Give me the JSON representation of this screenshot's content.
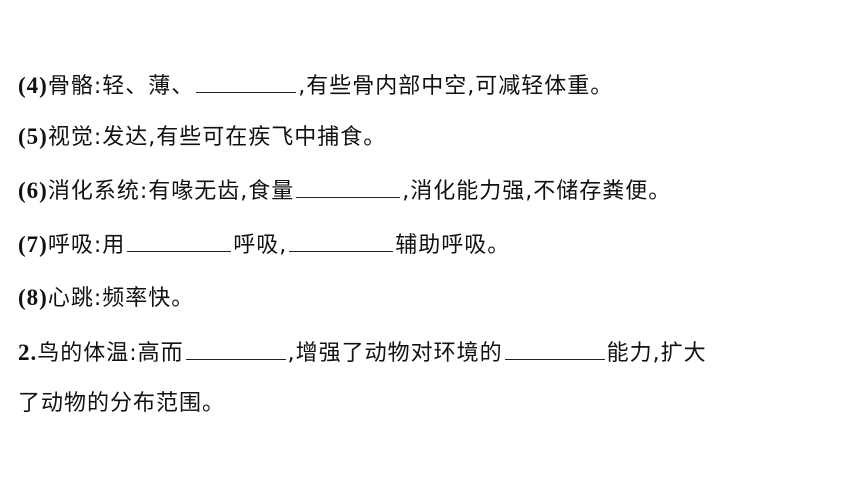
{
  "items": [
    {
      "num": "(4)",
      "text_a": "骨骼:轻、薄、",
      "text_b": ",有些骨内部中空,可减轻体重。"
    },
    {
      "num": "(5)",
      "text_a": "视觉:发达,有些可在疾飞中捕食。"
    },
    {
      "num": "(6)",
      "text_a": "消化系统:有喙无齿,食量",
      "text_b": ",消化能力强,不储存粪便。"
    },
    {
      "num": "(7)",
      "text_a": "呼吸:用",
      "text_b": "呼吸,",
      "text_c": "辅助呼吸。"
    },
    {
      "num": "(8)",
      "text_a": "心跳:频率快。"
    }
  ],
  "question2": {
    "num": "2.",
    "text_a": "鸟的体温:高而",
    "text_b": ",增强了动物对环境的",
    "text_c": "能力,扩大",
    "text_d": "了动物的分布范围。"
  }
}
